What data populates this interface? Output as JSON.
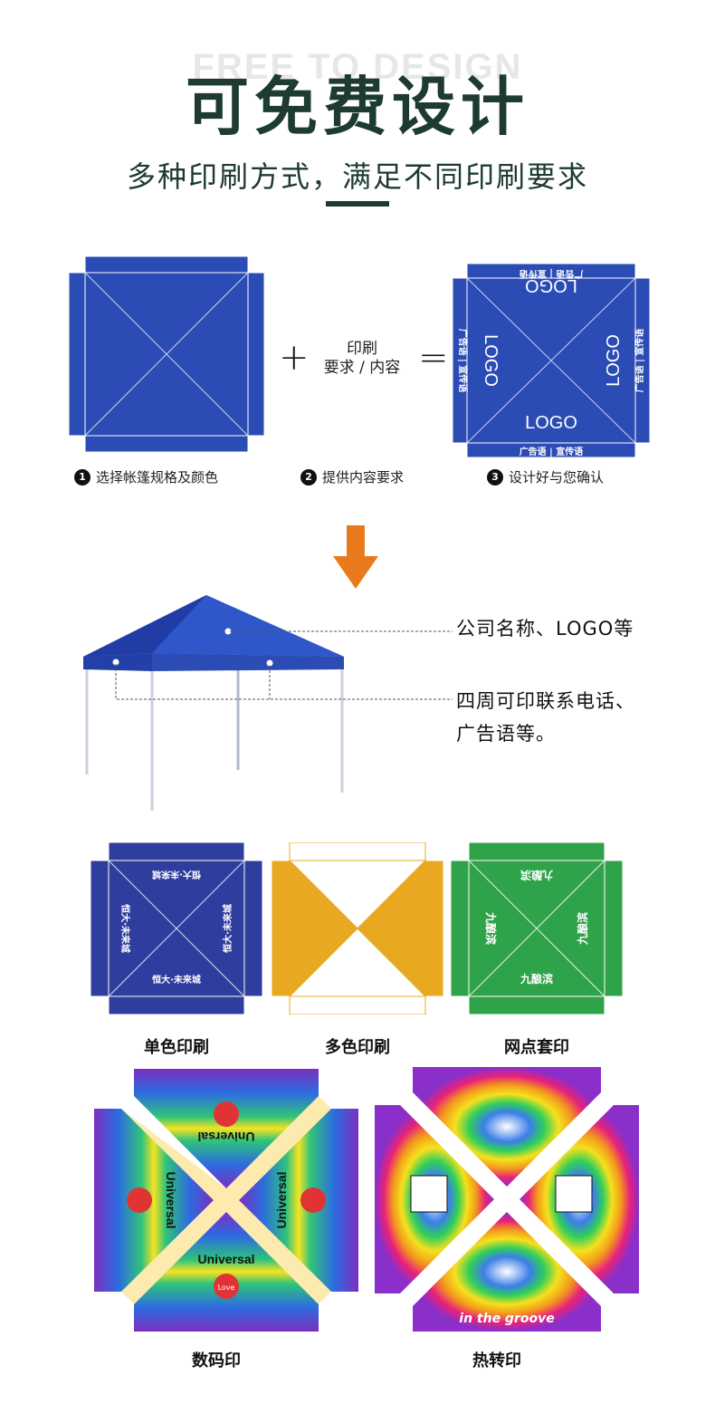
{
  "header": {
    "ghost_text": "FREE TO DESIGN",
    "title": "可免费设计",
    "subtitle": "多种印刷方式，满足不同印刷要求"
  },
  "process": {
    "plus": "+",
    "equals": "=",
    "middle_line1": "印刷",
    "middle_line2": "要求 / 内容",
    "result_texts": {
      "logo": "LOGO",
      "slogan": "广告语 | 宣传语"
    },
    "steps": [
      {
        "num": "1",
        "label": "选择帐篷规格及颜色"
      },
      {
        "num": "2",
        "label": "提供内容要求"
      },
      {
        "num": "3",
        "label": "设计好与您确认"
      }
    ]
  },
  "tent_callouts": {
    "top": "公司名称、LOGO等",
    "side_line1": "四周可印联系电话、",
    "side_line2": "广告语等。"
  },
  "examples": {
    "single_color": "单色印刷",
    "multi_color": "多色印刷",
    "halftone": "网点套印",
    "digital": "数码印",
    "heat_transfer": "热转印",
    "brand_a": "恒大·未来城",
    "brand_b": "九酿滨",
    "word_universal": "Universal",
    "word_love": "Love",
    "word_groove": "in the groove"
  },
  "colors": {
    "tent_blue": "#2b4bb5",
    "arrow_orange": "#e87a1b",
    "title_green": "#1d3b2f",
    "orange_yellow": "#e8a820",
    "green_print": "#2fa34a"
  }
}
